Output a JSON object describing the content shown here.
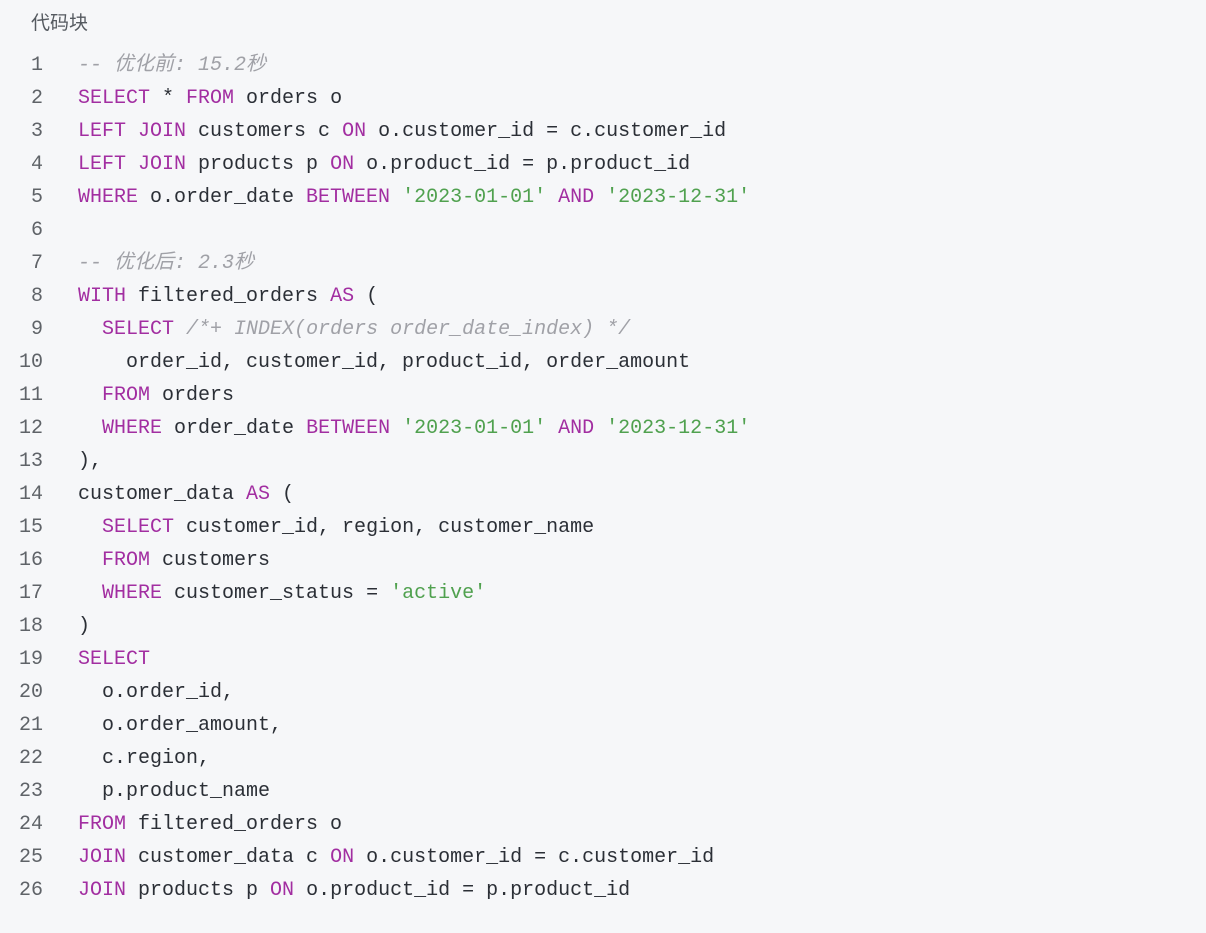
{
  "header": {
    "title": "代码块"
  },
  "colors": {
    "keyword": "#a22ea1",
    "string": "#50a14f",
    "comment": "#a0a1a7",
    "text": "#2b2f36",
    "background": "#f6f7f9"
  },
  "code_lines": [
    [
      [
        "cm",
        "-- 优化前: 15.2秒"
      ]
    ],
    [
      [
        "kw",
        "SELECT"
      ],
      [
        "t",
        " * "
      ],
      [
        "kw",
        "FROM"
      ],
      [
        "t",
        " orders o"
      ]
    ],
    [
      [
        "kw",
        "LEFT JOIN"
      ],
      [
        "t",
        " customers c "
      ],
      [
        "kw",
        "ON"
      ],
      [
        "t",
        " o.customer_id = c.customer_id"
      ]
    ],
    [
      [
        "kw",
        "LEFT JOIN"
      ],
      [
        "t",
        " products p "
      ],
      [
        "kw",
        "ON"
      ],
      [
        "t",
        " o.product_id = p.product_id"
      ]
    ],
    [
      [
        "kw",
        "WHERE"
      ],
      [
        "t",
        " o.order_date "
      ],
      [
        "kw",
        "BETWEEN"
      ],
      [
        "t",
        " "
      ],
      [
        "str",
        "'2023-01-01'"
      ],
      [
        "t",
        " "
      ],
      [
        "kw",
        "AND"
      ],
      [
        "t",
        " "
      ],
      [
        "str",
        "'2023-12-31'"
      ]
    ],
    [],
    [
      [
        "cm",
        "-- 优化后: 2.3秒"
      ]
    ],
    [
      [
        "kw",
        "WITH"
      ],
      [
        "t",
        " filtered_orders "
      ],
      [
        "kw",
        "AS"
      ],
      [
        "t",
        " ("
      ]
    ],
    [
      [
        "t",
        "  "
      ],
      [
        "kw",
        "SELECT"
      ],
      [
        "t",
        " "
      ],
      [
        "cm",
        "/*+ INDEX(orders order_date_index) */"
      ]
    ],
    [
      [
        "t",
        "    order_id, customer_id, product_id, order_amount"
      ]
    ],
    [
      [
        "t",
        "  "
      ],
      [
        "kw",
        "FROM"
      ],
      [
        "t",
        " orders"
      ]
    ],
    [
      [
        "t",
        "  "
      ],
      [
        "kw",
        "WHERE"
      ],
      [
        "t",
        " order_date "
      ],
      [
        "kw",
        "BETWEEN"
      ],
      [
        "t",
        " "
      ],
      [
        "str",
        "'2023-01-01'"
      ],
      [
        "t",
        " "
      ],
      [
        "kw",
        "AND"
      ],
      [
        "t",
        " "
      ],
      [
        "str",
        "'2023-12-31'"
      ]
    ],
    [
      [
        "t",
        "),"
      ]
    ],
    [
      [
        "t",
        "customer_data "
      ],
      [
        "kw",
        "AS"
      ],
      [
        "t",
        " ("
      ]
    ],
    [
      [
        "t",
        "  "
      ],
      [
        "kw",
        "SELECT"
      ],
      [
        "t",
        " customer_id, region, customer_name"
      ]
    ],
    [
      [
        "t",
        "  "
      ],
      [
        "kw",
        "FROM"
      ],
      [
        "t",
        " customers"
      ]
    ],
    [
      [
        "t",
        "  "
      ],
      [
        "kw",
        "WHERE"
      ],
      [
        "t",
        " customer_status = "
      ],
      [
        "str",
        "'active'"
      ]
    ],
    [
      [
        "t",
        ")"
      ]
    ],
    [
      [
        "kw",
        "SELECT"
      ]
    ],
    [
      [
        "t",
        "  o.order_id,"
      ]
    ],
    [
      [
        "t",
        "  o.order_amount,"
      ]
    ],
    [
      [
        "t",
        "  c.region,"
      ]
    ],
    [
      [
        "t",
        "  p.product_name"
      ]
    ],
    [
      [
        "kw",
        "FROM"
      ],
      [
        "t",
        " filtered_orders o"
      ]
    ],
    [
      [
        "kw",
        "JOIN"
      ],
      [
        "t",
        " customer_data c "
      ],
      [
        "kw",
        "ON"
      ],
      [
        "t",
        " o.customer_id = c.customer_id"
      ]
    ],
    [
      [
        "kw",
        "JOIN"
      ],
      [
        "t",
        " products p "
      ],
      [
        "kw",
        "ON"
      ],
      [
        "t",
        " o.product_id = p.product_id"
      ]
    ]
  ]
}
